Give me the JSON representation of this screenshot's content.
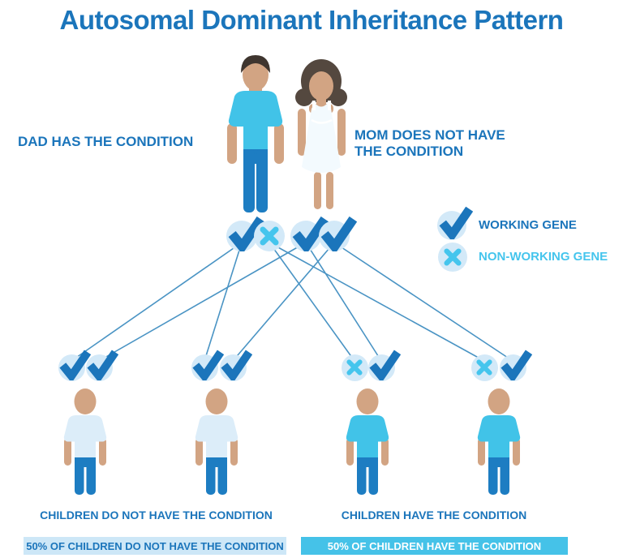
{
  "title": "Autosomal Dominant Inheritance Pattern",
  "parents": {
    "dad_label": "DAD HAS THE CONDITION",
    "mom_label": "MOM DOES NOT HAVE THE CONDITION",
    "dad_genes": [
      "working",
      "non-working"
    ],
    "mom_genes": [
      "working",
      "working"
    ]
  },
  "legend": {
    "working_label": "WORKING GENE",
    "non_working_label": "NON-WORKING GENE"
  },
  "children": [
    {
      "label": "child-1",
      "genes": [
        "working",
        "working"
      ],
      "has_condition": false
    },
    {
      "label": "child-2",
      "genes": [
        "working",
        "working"
      ],
      "has_condition": false
    },
    {
      "label": "child-3",
      "genes": [
        "non-working",
        "working"
      ],
      "has_condition": true
    },
    {
      "label": "child-4",
      "genes": [
        "non-working",
        "working"
      ],
      "has_condition": true
    }
  ],
  "inheritance_lines": [
    {
      "from": "dad-gene-0",
      "to": "child-0-gene-0"
    },
    {
      "from": "dad-gene-0",
      "to": "child-1-gene-0"
    },
    {
      "from": "dad-gene-1",
      "to": "child-2-gene-0"
    },
    {
      "from": "dad-gene-1",
      "to": "child-3-gene-0"
    },
    {
      "from": "mom-gene-0",
      "to": "child-0-gene-1"
    },
    {
      "from": "mom-gene-0",
      "to": "child-2-gene-1"
    },
    {
      "from": "mom-gene-1",
      "to": "child-1-gene-1"
    },
    {
      "from": "mom-gene-1",
      "to": "child-3-gene-1"
    }
  ],
  "captions": {
    "left": "CHILDREN DO NOT HAVE THE CONDITION",
    "right": "CHILDREN HAVE THE CONDITION"
  },
  "bars": {
    "left_label": "50% OF CHILDREN DO NOT HAVE THE CONDITION",
    "right_label": "50% OF CHILDREN HAVE THE CONDITION"
  },
  "colors": {
    "primary_blue": "#1b75bb",
    "cyan": "#45c5ed",
    "badge_bg": "#d3e9f8",
    "line_blue": "#4a94c4",
    "bar_left_bg": "#cde7f7",
    "bar_right_bg": "#45c2e8",
    "skin": "#d2a483",
    "hair_dad": "#3f352f",
    "hair_mom": "#54483f",
    "pants_blue": "#1d7dc2",
    "shirt_affected": "#41c3e8",
    "shirt_unaffected": "#dcedf9",
    "dress_white": "#f3fafe"
  }
}
